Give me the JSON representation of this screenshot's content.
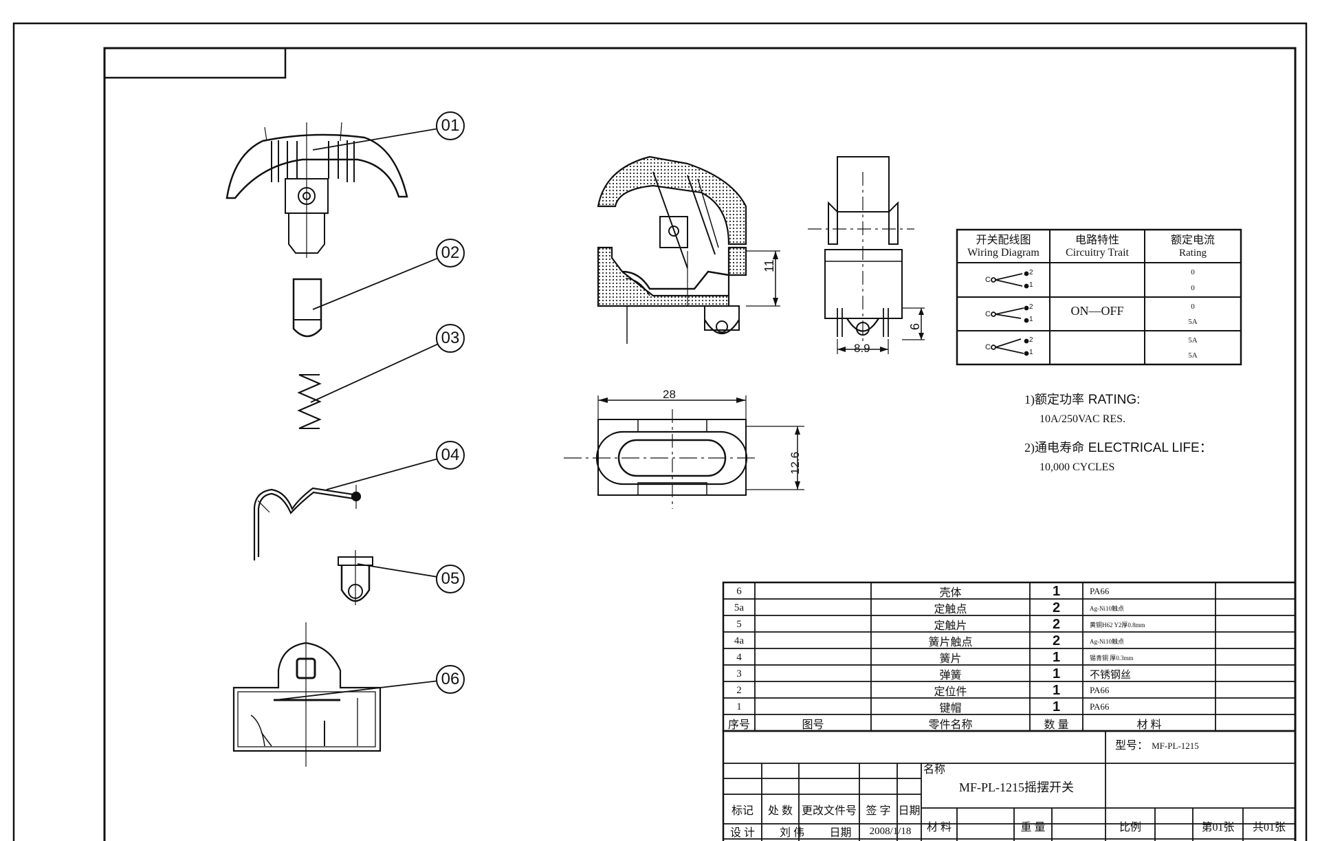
{
  "balloons": [
    "01",
    "02",
    "03",
    "04",
    "05",
    "06"
  ],
  "dimensions": {
    "height_side": "11",
    "height_front": "6",
    "width_front": "8.9",
    "width_top": "28",
    "height_top": "12.6"
  },
  "wiring_table": {
    "headers": [
      {
        "cn": "开关配线图",
        "en": "Wiring Diagram"
      },
      {
        "cn": "电路特性",
        "en": "Circuitry Trait"
      },
      {
        "cn": "额定电流",
        "en": "Rating"
      }
    ],
    "common_label": "C",
    "pin_labels": [
      "2",
      "1"
    ],
    "trait": "ON—OFF",
    "ratings": [
      [
        "0",
        "0"
      ],
      [
        "0",
        "5A"
      ],
      [
        "5A",
        "5A"
      ]
    ]
  },
  "notes": [
    {
      "cn": "1)额定功率",
      "en": "RATING:",
      "value": "10A/250VAC RES."
    },
    {
      "cn": "2)通电寿命",
      "en": "ELECTRICAL LIFE：",
      "value": "10,000 CYCLES"
    }
  ],
  "bom": {
    "rows": [
      {
        "no": "6",
        "name": "壳体",
        "qty": "1",
        "material": "PA66"
      },
      {
        "no": "5a",
        "name": "定触点",
        "qty": "2",
        "material": "Ag-Ni10触点"
      },
      {
        "no": "5",
        "name": "定触片",
        "qty": "2",
        "material": "黄铜H62 Y2厚0.8mm"
      },
      {
        "no": "4a",
        "name": "簧片触点",
        "qty": "2",
        "material": "Ag-Ni10触点"
      },
      {
        "no": "4",
        "name": "簧片",
        "qty": "1",
        "material": "锡青铜 厚0.3mm"
      },
      {
        "no": "3",
        "name": "弹簧",
        "qty": "1",
        "material": "不锈钢丝"
      },
      {
        "no": "2",
        "name": "定位件",
        "qty": "1",
        "material": "PA66"
      },
      {
        "no": "1",
        "name": "键帽",
        "qty": "1",
        "material": "PA66"
      }
    ],
    "header": {
      "no": "序号",
      "drawing": "图号",
      "name": "零件名称",
      "qty": "数 量",
      "material": "材 料"
    }
  },
  "title_block": {
    "model_label": "型号：",
    "model_value": "MF-PL-1215",
    "name_label": "名称",
    "name_value": "MF-PL-1215摇摆开关",
    "rev_headers": [
      "标记",
      "处 数",
      "更改文件号",
      "签 字",
      "日期"
    ],
    "design_label": "设 计",
    "designer": "刘 伟",
    "date_label": "日期",
    "date_value": "2008/1/18",
    "material_label": "材 料",
    "weight_label": "重 量",
    "scale_label": "比例",
    "sheet_no": "第01张",
    "sheet_total": "共01张"
  }
}
